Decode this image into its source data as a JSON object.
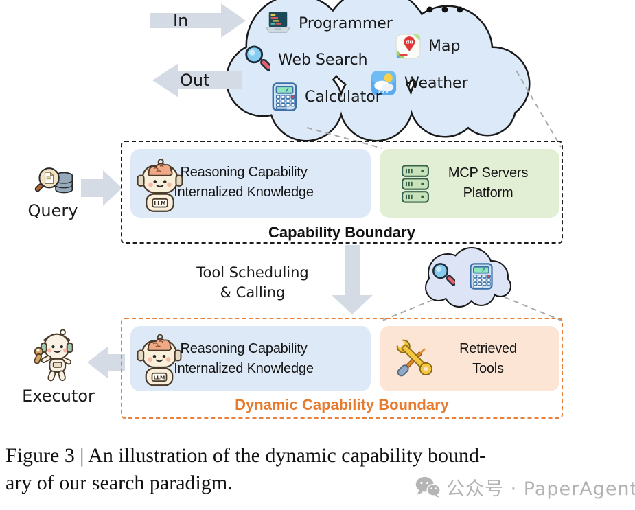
{
  "figure": {
    "in_label": "In",
    "out_label": "Out",
    "ellipsis": "•••",
    "cloud_tools": {
      "programmer": "Programmer",
      "web_search": "Web Search",
      "map": "Map",
      "weather": "Weather",
      "calculator": "Calculator"
    },
    "map_badge": "du",
    "llm_badge": "LLM",
    "query_label": "Query",
    "executor_label": "Executor",
    "capability_boundary": {
      "title": "Capability Boundary",
      "reasoning_line1": "Reasoning Capability",
      "reasoning_line2": "Internalized Knowledge",
      "mcp_line1": "MCP Servers",
      "mcp_line2": "Platform"
    },
    "transition": {
      "line1": "Tool Scheduling",
      "line2": "& Calling"
    },
    "dynamic_boundary": {
      "title": "Dynamic Capability Boundary",
      "reasoning_line1": "Reasoning Capability",
      "reasoning_line2": "Internalized Knowledge",
      "tools_line1": "Retrieved",
      "tools_line2": "Tools"
    }
  },
  "caption": {
    "line1": "Figure 3 | An illustration of the dynamic capability bound-",
    "line2": "ary of our search paradigm."
  },
  "watermark": {
    "text": "公众号 · PaperAgent"
  },
  "colors": {
    "cloud_fill": "#dbe9f8",
    "small_cloud_fill": "#dce4f6",
    "box_blue": "#dde9f6",
    "box_green": "#e3efd5",
    "box_orange": "#fce5d4",
    "arrow_gray": "#d4dbe5",
    "accent_orange": "#e87a2e",
    "watermark_gray": "#b3b3b3"
  }
}
